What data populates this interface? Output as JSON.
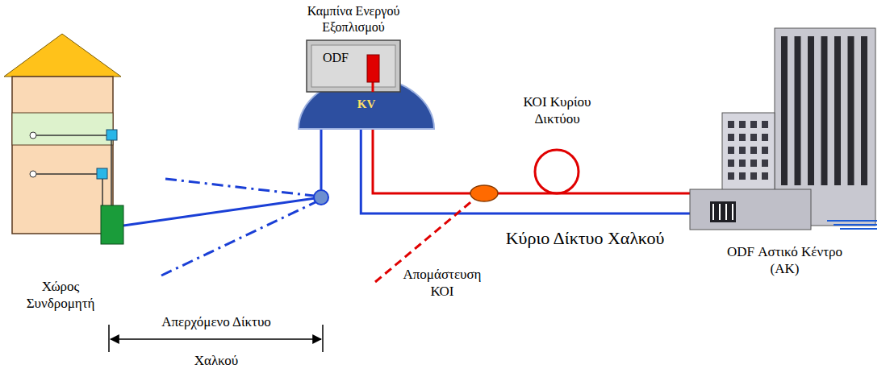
{
  "diagram": {
    "nodes": [
      {
        "text": [
          "Χώρος Συνδρομητή"
        ]
      },
      {
        "text": [
          "Καμπίνα Ενεργού Εξοπλισμού",
          "ODF"
        ]
      },
      {
        "text": [
          "KV"
        ]
      },
      {
        "text": [
          "ODF Αστικό Κέντρο (ΑΚ)"
        ]
      }
    ],
    "edges": [
      {
        "from": 0,
        "to": 2,
        "arrow": "none"
      },
      {
        "from": 2,
        "to": 3,
        "arrow": "none"
      },
      {
        "from": 1,
        "to": 3,
        "arrow": "none"
      }
    ],
    "labels": [
      "ΚΟΙ Κυρίου Δικτύου",
      "Κύριο Δίκτυο Χαλκού",
      "Απομάστευση ΚΟΙ",
      "Απερχόμενο Δίκτυο",
      "Χαλκού"
    ]
  }
}
